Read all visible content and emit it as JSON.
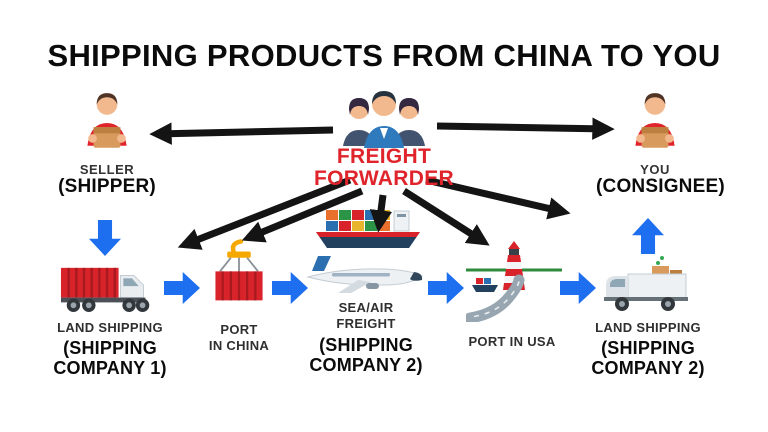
{
  "title": "SHIPPING PRODUCTS FROM CHINA TO YOU",
  "colors": {
    "blue": "#1e6ef0",
    "red": "#e0242b",
    "ink": "#141414"
  },
  "freight_forwarder": {
    "line1": "FREIGHT",
    "line2": "FORWARDER"
  },
  "seller": {
    "role": "SELLER",
    "name": "(SHIPPER)"
  },
  "consignee": {
    "role": "YOU",
    "name": "(CONSIGNEE)"
  },
  "chain": [
    {
      "lines": [
        "LAND SHIPPING"
      ],
      "company": "(SHIPPING COMPANY 1)",
      "icon": "truck-icon"
    },
    {
      "lines": [
        "PORT",
        "IN CHINA"
      ],
      "icon": "container-crane-icon"
    },
    {
      "lines": [
        "SEA/AIR",
        "FREIGHT"
      ],
      "company": "(SHIPPING COMPANY 2)",
      "icon": "ship-and-plane-icon"
    },
    {
      "lines": [
        "PORT IN USA"
      ],
      "icon": "port-lighthouse-icon"
    },
    {
      "lines": [
        "LAND SHIPPING"
      ],
      "company": "(SHIPPING COMPANY 2)",
      "icon": "delivery-van-icon"
    }
  ]
}
